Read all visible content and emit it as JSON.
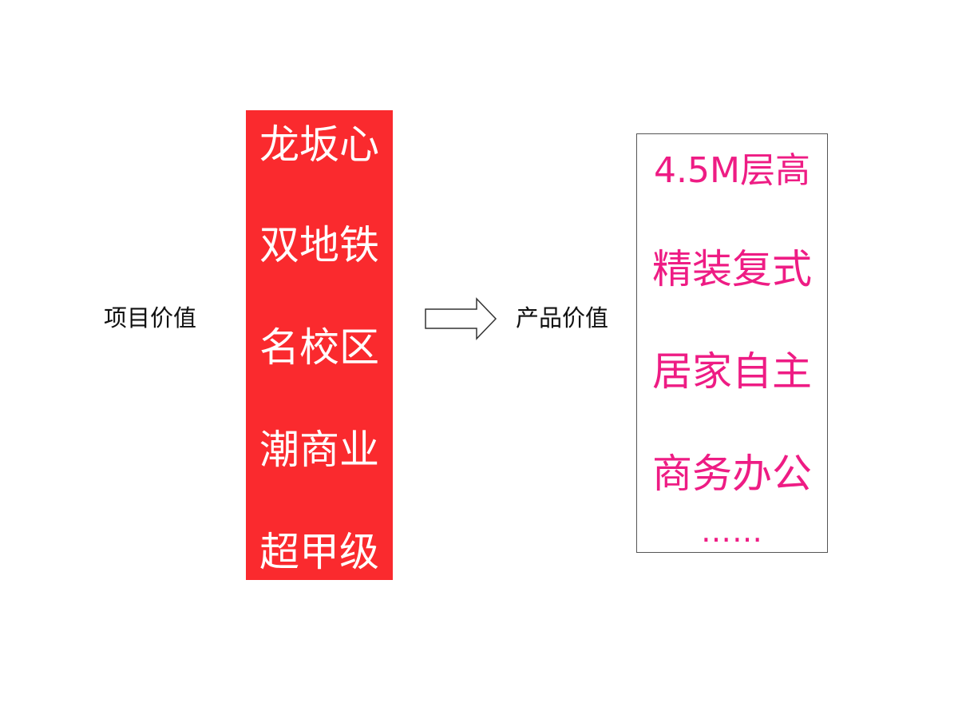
{
  "left_label": "项目价值",
  "right_label": "产品价值",
  "project_values": [
    "龙坂心",
    "双地铁",
    "名校区",
    "潮商业",
    "超甲级"
  ],
  "product_values": [
    "4.5M层高",
    "精装复式",
    "居家自主",
    "商务办公",
    "……"
  ],
  "colors": {
    "red_box": "#fa2a2e",
    "red_text": "#ffffff",
    "pink_text": "#ee1c84",
    "box_border": "#555555"
  },
  "icons": {
    "arrow": "right-arrow-outline"
  }
}
